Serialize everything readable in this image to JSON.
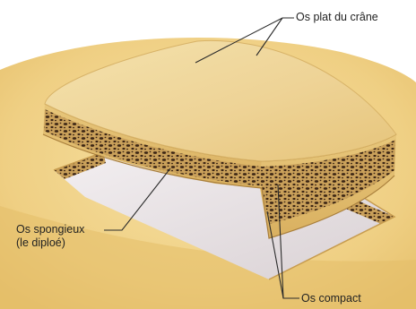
{
  "labels": {
    "flat_bone": "Os plat du crâne",
    "spongy_bone": "Os spongieux",
    "spongy_bone_sub": "(le diploé)",
    "compact_bone": "Os compact"
  },
  "colors": {
    "skull_surface": "#f1d38b",
    "bone_top": "#efd99b",
    "bone_edge": "#e1bd67",
    "spongy_holes": "#3a2414",
    "inner_cavity": "#efe9ea",
    "leader_line": "#2b2b2b"
  }
}
